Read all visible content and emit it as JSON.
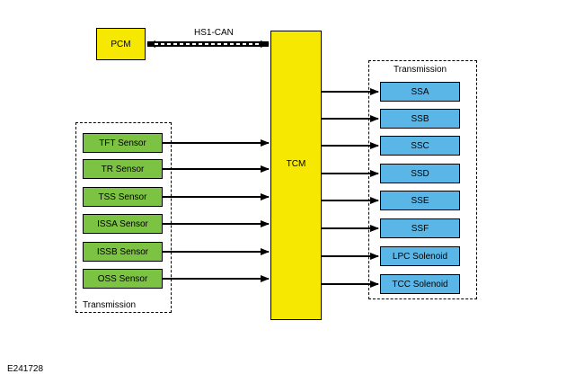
{
  "modules": {
    "pcm": "PCM",
    "tcm": "TCM"
  },
  "bus": {
    "label": "HS1-CAN"
  },
  "inputs": {
    "group_label": "Transmission",
    "sensors": [
      "TFT Sensor",
      "TR Sensor",
      "TSS Sensor",
      "ISSA Sensor",
      "ISSB Sensor",
      "OSS Sensor"
    ]
  },
  "outputs": {
    "group_label": "Transmission",
    "solenoids": [
      "SSA",
      "SSB",
      "SSC",
      "SSD",
      "SSE",
      "SSF",
      "LPC Solenoid",
      "TCC Solenoid"
    ]
  },
  "figure_id": "E241728",
  "colors": {
    "module_fill": "#f6e800",
    "sensor_fill": "#7cc243",
    "solenoid_fill": "#5ab6e6"
  }
}
